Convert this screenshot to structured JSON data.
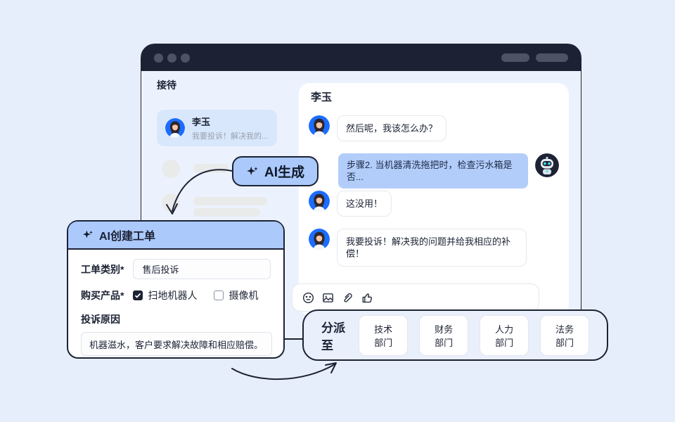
{
  "window": {
    "chrome": {
      "traffic_dots": 3,
      "header_pills": 2
    }
  },
  "sidebar": {
    "title": "接待",
    "active_chat": {
      "name": "李玉",
      "preview": "我要投诉！解决我的..."
    }
  },
  "ai_button": {
    "label": "AI生成",
    "icon": "sparkle-icon"
  },
  "ticket_card": {
    "title": "AI创建工单",
    "category_label": "工单类别*",
    "category_value": "售后投诉",
    "product_label": "购买产品*",
    "products": [
      {
        "label": "扫地机器人",
        "checked": true
      },
      {
        "label": "摄像机",
        "checked": false
      }
    ],
    "reason_label": "投诉原因",
    "reason_value": "机器滋水，客户要求解决故障和相应赔偿。"
  },
  "chat": {
    "title": "李玉",
    "messages": [
      {
        "from": "customer",
        "text": "然后呢，我该怎么办？"
      },
      {
        "from": "bot",
        "text": "步骤2. 当机器清洗拖把时，检查污水箱是否..."
      },
      {
        "from": "customer",
        "text": "这没用！"
      },
      {
        "from": "customer",
        "text": "我要投诉！解决我的问题并给我相应的补偿！"
      }
    ],
    "toolbar_icons": [
      "emoji-icon",
      "image-icon",
      "attachment-icon",
      "thumbs-up-icon"
    ]
  },
  "dispatch": {
    "label": "分派至",
    "departments": [
      "技术部门",
      "财务部门",
      "人力部门",
      "法务部门"
    ]
  },
  "colors": {
    "page_bg": "#e7eefb",
    "window_bg": "#ecf2fd",
    "header_bg": "#1c2234",
    "accent_blue": "#1a6dff",
    "light_blue_fill": "#abc9fb",
    "bot_bubble": "#b3cdfb",
    "active_item_bg": "#d9e7fd",
    "dark_stroke": "#1c2234",
    "muted_text": "#98a1af"
  }
}
